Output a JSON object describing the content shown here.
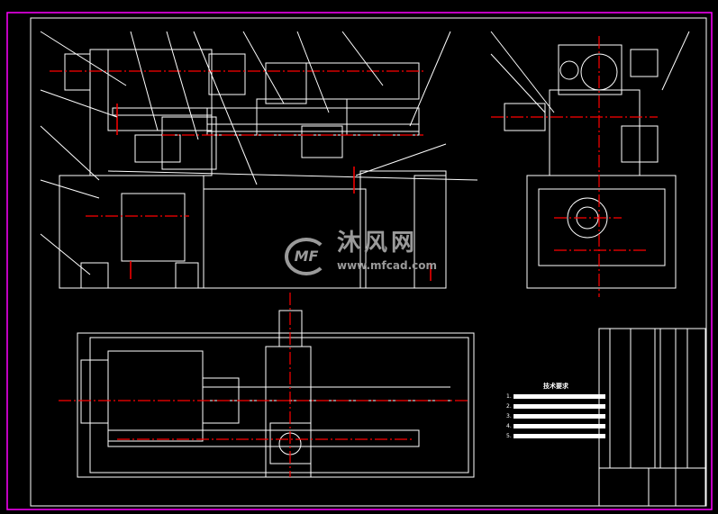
{
  "drawing": {
    "frame_color": "#ff00ff",
    "line_color": "#ffffff",
    "centerline_color": "#ff0000"
  },
  "tech_requirements": {
    "title": "技术要求",
    "items": [
      "1.",
      "2.",
      "3.",
      "4.",
      "5."
    ]
  },
  "watermark": {
    "logo": "MF",
    "name": "沐风网",
    "url": "www.mfcad.com"
  }
}
